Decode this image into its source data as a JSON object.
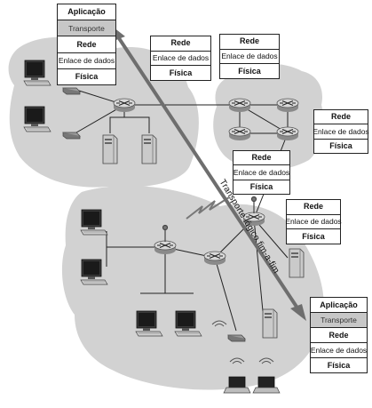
{
  "stacks": {
    "top_host": {
      "application": "Aplicação",
      "transport": "Transporte",
      "network": "Rede",
      "link": "Enlace de dados",
      "physical": "Física"
    },
    "router_left": {
      "network": "Rede",
      "link": "Enlace de dados",
      "physical": "Física"
    },
    "router_top_right": {
      "network": "Rede",
      "link": "Enlace de dados",
      "physical": "Física"
    },
    "router_right": {
      "network": "Rede",
      "link": "Enlace de dados",
      "physical": "Física"
    },
    "router_mid": {
      "network": "Rede",
      "link": "Enlace de dados",
      "physical": "Física"
    },
    "router_lower": {
      "network": "Rede",
      "link": "Enlace de dados",
      "physical": "Física"
    },
    "bottom_host": {
      "application": "Aplicação",
      "transport": "Transporte",
      "network": "Rede",
      "link": "Enlace de dados",
      "physical": "Física"
    }
  },
  "arrow_label": "Transporte lógico fim-a-fim",
  "colors": {
    "cloud": "#d2d2d2",
    "transport_highlight": "#c7c7c7",
    "arrow": "#6e6e6e"
  }
}
